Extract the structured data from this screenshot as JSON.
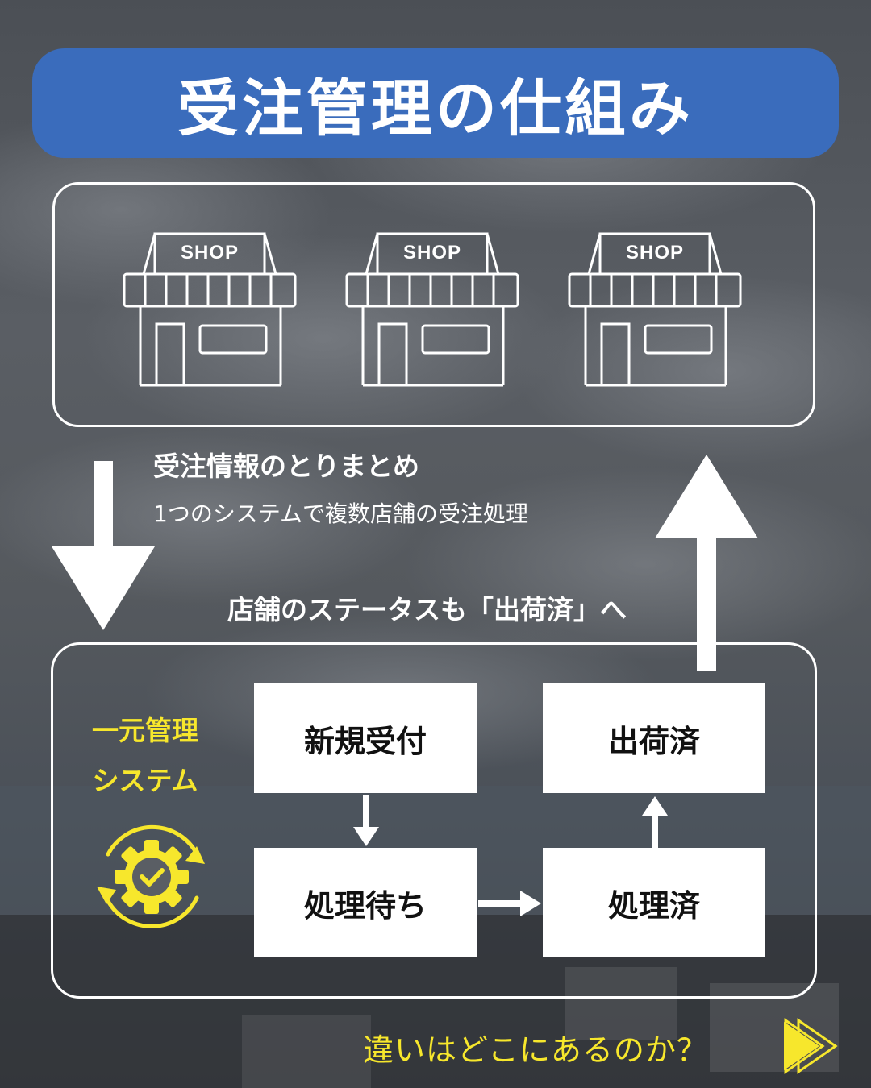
{
  "title": "受注管理の仕組み",
  "shops": [
    {
      "label": "SHOP"
    },
    {
      "label": "SHOP"
    },
    {
      "label": "SHOP"
    }
  ],
  "aggregation": {
    "heading": "受注情報のとりまとめ",
    "description": "1つのシステムで複数店舗の受注処理"
  },
  "status_update": "店舗のステータスも「出荷済」へ",
  "system": {
    "label_line1": "一元管理",
    "label_line2": "システム",
    "icon": "gear-check-icon"
  },
  "steps": {
    "new_order": "新規受付",
    "pending": "処理待ち",
    "processed": "処理済",
    "shipped": "出荷済"
  },
  "footer": {
    "text": "違いはどこにあるのか？",
    "icon": "fast-forward-icon"
  },
  "colors": {
    "title_bar": "#3a6cbc",
    "accent_yellow": "#f7e72c",
    "line_white": "#ffffff"
  }
}
